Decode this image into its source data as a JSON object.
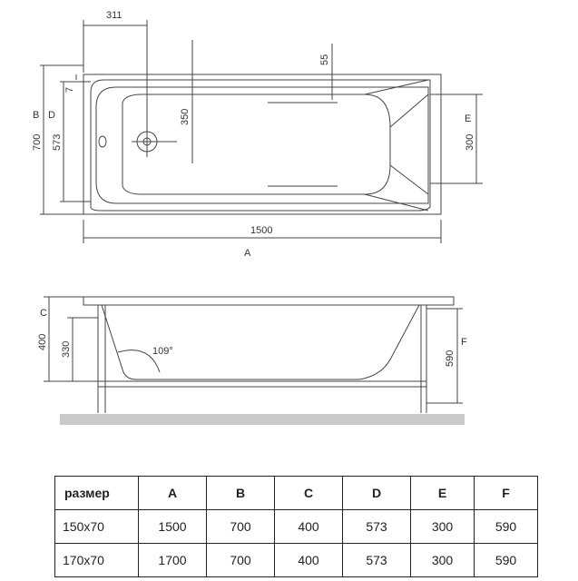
{
  "top_view": {
    "dim_311": "311",
    "dim_55": "55",
    "dim_350": "350",
    "dim_7": "7",
    "dim_700": "700",
    "dim_573": "573",
    "dim_300": "300",
    "dim_1500": "1500",
    "label_b": "B",
    "label_d": "D",
    "label_e": "E",
    "label_a": "A"
  },
  "side_view": {
    "label_c": "C",
    "dim_400": "400",
    "dim_330": "330",
    "angle": "109°",
    "dim_590": "590",
    "label_f": "F"
  },
  "table": {
    "headers": [
      "размер",
      "A",
      "B",
      "C",
      "D",
      "E",
      "F"
    ],
    "rows": [
      [
        "150x70",
        "1500",
        "700",
        "400",
        "573",
        "300",
        "590"
      ],
      [
        "170x70",
        "1700",
        "700",
        "400",
        "573",
        "300",
        "590"
      ]
    ]
  }
}
